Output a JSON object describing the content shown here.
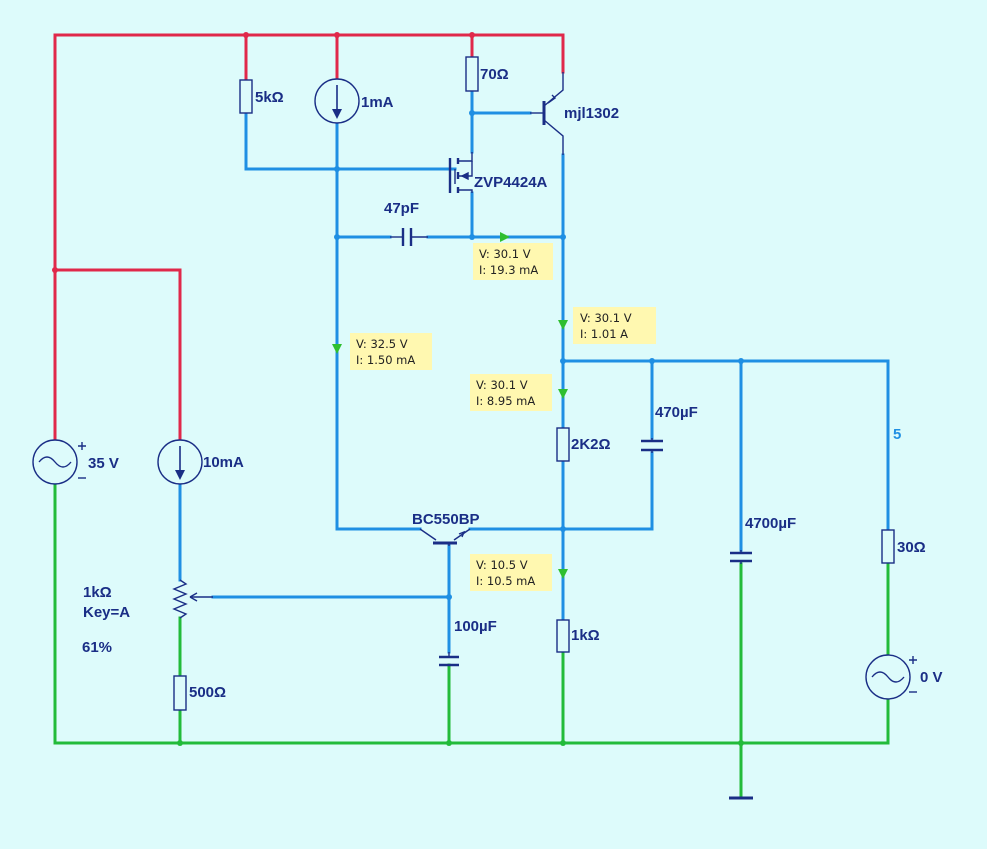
{
  "colors": {
    "background": "#ddfbfb",
    "wire_positive": "#e0284a",
    "wire_signal": "#1f8fe3",
    "wire_ground": "#22bb3a",
    "component": "#1a2e86",
    "label": "#1a2e86",
    "probe_box": "#fff8b0",
    "probe_text": "#222222",
    "probe_arrow": "#2fbf2f"
  },
  "labels": {
    "r_5k": "5kΩ",
    "i_1ma": "1mA",
    "r_70": "70Ω",
    "q_mjl1302": "mjl1302",
    "m_zvp4424a": "ZVP4424A",
    "c_47pf": "47pF",
    "v_35v": "35 V",
    "i_10ma": "10mA",
    "pot_value": "1kΩ",
    "pot_key": "Key=A",
    "pot_percent": "61%",
    "r_500": "500Ω",
    "q_bc550bp": "BC550BP",
    "c_100uf": "100µF",
    "r_1k": "1kΩ",
    "r_2k2": "2K2Ω",
    "c_470uf": "470µF",
    "c_4700uf": "4700µF",
    "r_30": "30Ω",
    "v_0v": "0 V",
    "net_5": "5"
  },
  "probes": [
    {
      "v": "V: 30.1 V",
      "i": "I: 19.3 mA"
    },
    {
      "v": "V: 30.1 V",
      "i": "I: 1.01 A"
    },
    {
      "v": "V: 32.5 V",
      "i": "I: 1.50 mA"
    },
    {
      "v": "V: 30.1 V",
      "i": "I: 8.95 mA"
    },
    {
      "v": "V: 10.5 V",
      "i": "I: 10.5 mA"
    }
  ]
}
